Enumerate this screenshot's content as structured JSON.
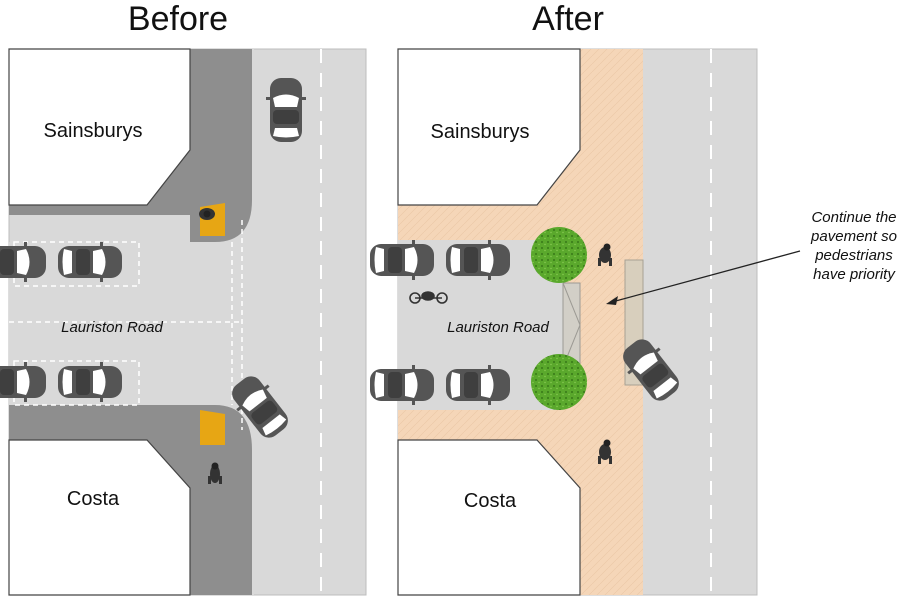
{
  "titles": {
    "before": "Before",
    "after": "After"
  },
  "labels": {
    "shop_top": "Sainsburys",
    "shop_bottom": "Costa",
    "road": "Lauriston Road"
  },
  "annotation": [
    "Continue the",
    "pavement so",
    "pedestrians",
    "have priority"
  ],
  "colors": {
    "pavement_grey": "#8e8e8e",
    "road_grey": "#d9d9d9",
    "raised_pavement": "#f5d6b8",
    "tactile_yellow": "#e7a614",
    "tree_green": "#57a32a",
    "car": "#555555"
  }
}
